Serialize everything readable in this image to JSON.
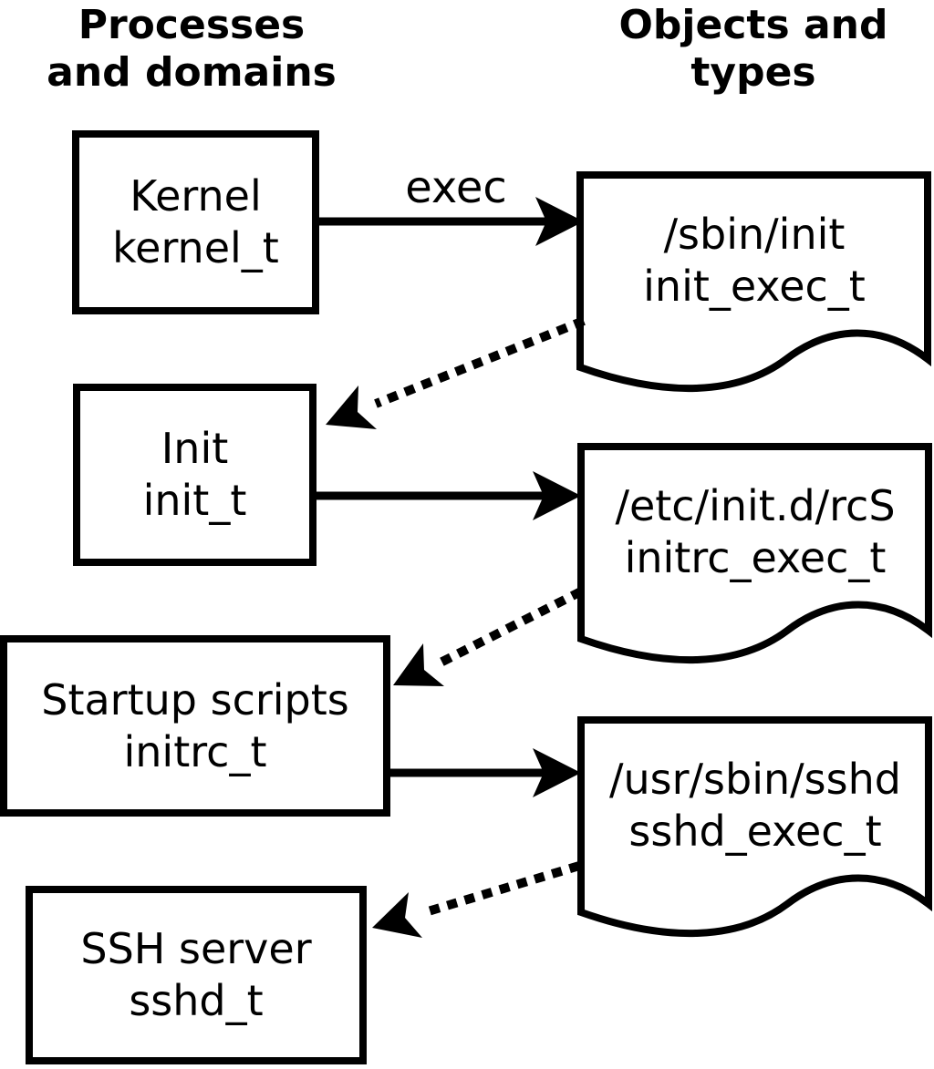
{
  "headers": {
    "left": "Processes\nand domains",
    "right": "Objects and\ntypes"
  },
  "arrow_labels": {
    "exec": "exec"
  },
  "process_boxes": [
    {
      "name": "Kernel",
      "type_label": "kernel_t"
    },
    {
      "name": "Init",
      "type_label": "init_t"
    },
    {
      "name": "Startup scripts",
      "type_label": "initrc_t"
    },
    {
      "name": "SSH server",
      "type_label": "sshd_t"
    }
  ],
  "object_docs": [
    {
      "path": "/sbin/init",
      "type_label": "init_exec_t"
    },
    {
      "path": "/etc/init.d/rcS",
      "type_label": "initrc_exec_t"
    },
    {
      "path": "/usr/sbin/sshd",
      "type_label": "sshd_exec_t"
    }
  ],
  "colors": {
    "ink": "#000000",
    "background": "#ffffff"
  }
}
